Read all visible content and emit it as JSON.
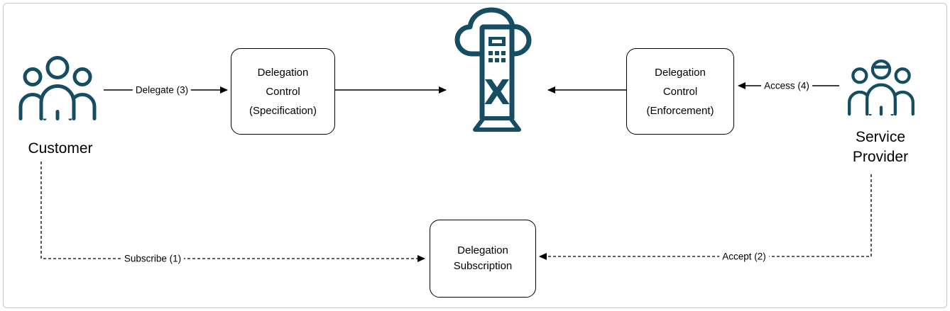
{
  "colors": {
    "accent": "#164d63",
    "line": "#000000",
    "frame": "#c8c8c8"
  },
  "diagram": {
    "nodes": {
      "customer": {
        "label": "Customer"
      },
      "service_provider": {
        "label_line1": "Service",
        "label_line2": "Provider"
      },
      "specification": {
        "line1": "Delegation",
        "line2": "Control",
        "line3": "(Specification)"
      },
      "enforcement": {
        "line1": "Delegation",
        "line2": "Control",
        "line3": "(Enforcement)"
      },
      "subscription": {
        "line1": "Delegation",
        "line2": "Subscription"
      }
    },
    "edges": {
      "delegate": {
        "label": "Delegate (3)"
      },
      "access": {
        "label": "Access (4)"
      },
      "subscribe": {
        "label": "Subscribe (1)"
      },
      "accept": {
        "label": "Accept (2)"
      }
    }
  }
}
